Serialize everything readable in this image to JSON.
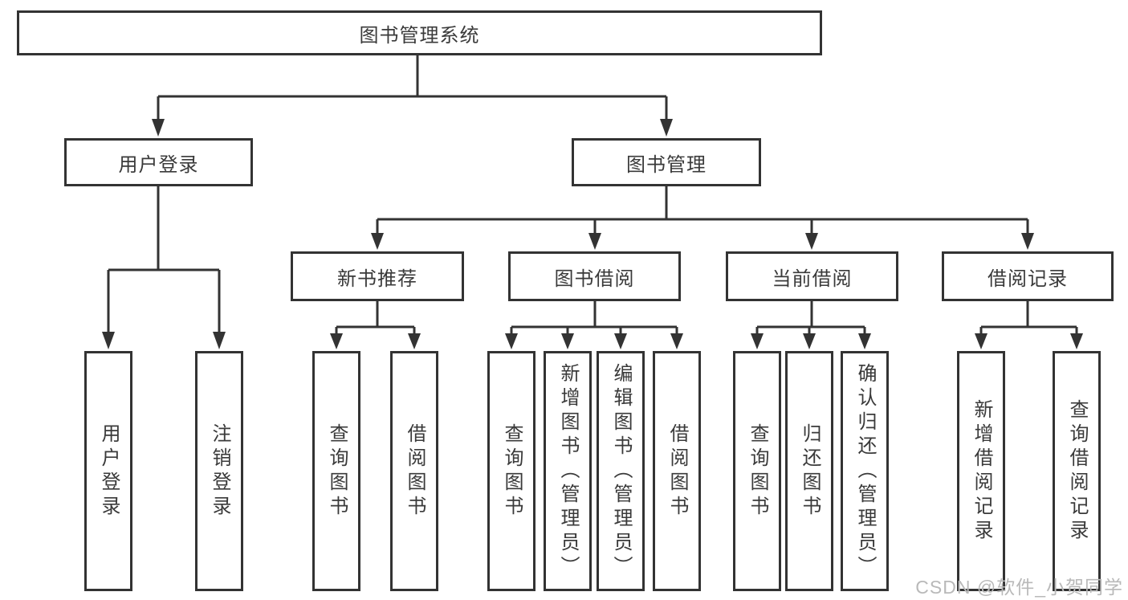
{
  "diagram": {
    "root": "图书管理系统",
    "branches": [
      {
        "label": "用户登录",
        "children": [
          "用户登录",
          "注销登录"
        ]
      },
      {
        "label": "图书管理",
        "children": [
          {
            "label": "新书推荐",
            "children": [
              "查询图书",
              "借阅图书"
            ]
          },
          {
            "label": "图书借阅",
            "children": [
              "查询图书",
              "新增图书（管理员）",
              "编辑图书（管理员）",
              "借阅图书"
            ]
          },
          {
            "label": "当前借阅",
            "children": [
              "查询图书",
              "归还图书",
              "确认归还（管理员）"
            ]
          },
          {
            "label": "借阅记录",
            "children": [
              "新增借阅记录",
              "查询借阅记录"
            ]
          }
        ]
      }
    ]
  },
  "watermark": "CSDN @软件_小贺同学",
  "colors": {
    "line": "#333333",
    "text": "#3a3a3a",
    "watermark": "#b9b9b9",
    "background": "#ffffff"
  }
}
